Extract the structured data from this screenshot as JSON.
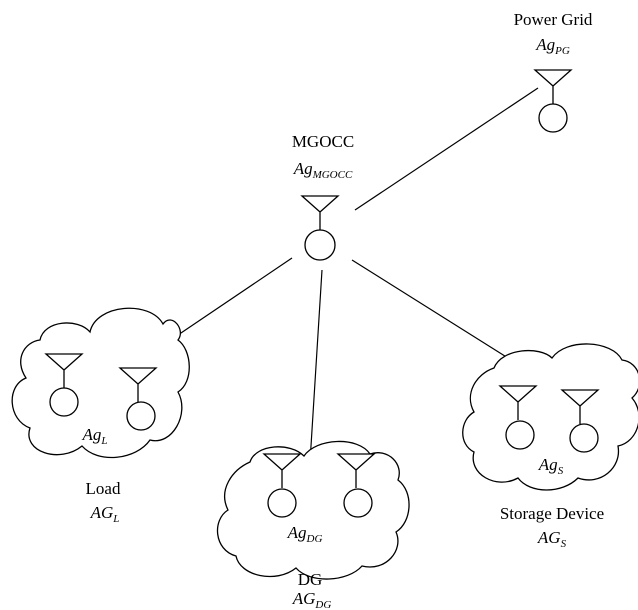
{
  "nodes": {
    "power_grid": {
      "name": "Power Grid",
      "agent": {
        "base": "Ag",
        "sub": "PG"
      }
    },
    "mgocc": {
      "name": "MGOCC",
      "agent": {
        "base": "Ag",
        "sub": "MGOCC"
      }
    },
    "load": {
      "name": "Load",
      "group_agent": {
        "base": "AG",
        "sub": "L"
      },
      "inner_agent": {
        "base": "Ag",
        "sub": "L"
      }
    },
    "dg": {
      "name": "DG",
      "group_agent": {
        "base": "AG",
        "sub": "DG"
      },
      "inner_agent": {
        "base": "Ag",
        "sub": "DG"
      }
    },
    "storage": {
      "name": "Storage Device",
      "group_agent": {
        "base": "AG",
        "sub": "S"
      },
      "inner_agent": {
        "base": "Ag",
        "sub": "S"
      }
    }
  },
  "edges": [
    {
      "from": "mgocc",
      "to": "power_grid"
    },
    {
      "from": "mgocc",
      "to": "load"
    },
    {
      "from": "mgocc",
      "to": "dg"
    },
    {
      "from": "mgocc",
      "to": "storage"
    }
  ],
  "style": {
    "stroke": "#000000",
    "background": "#ffffff"
  }
}
